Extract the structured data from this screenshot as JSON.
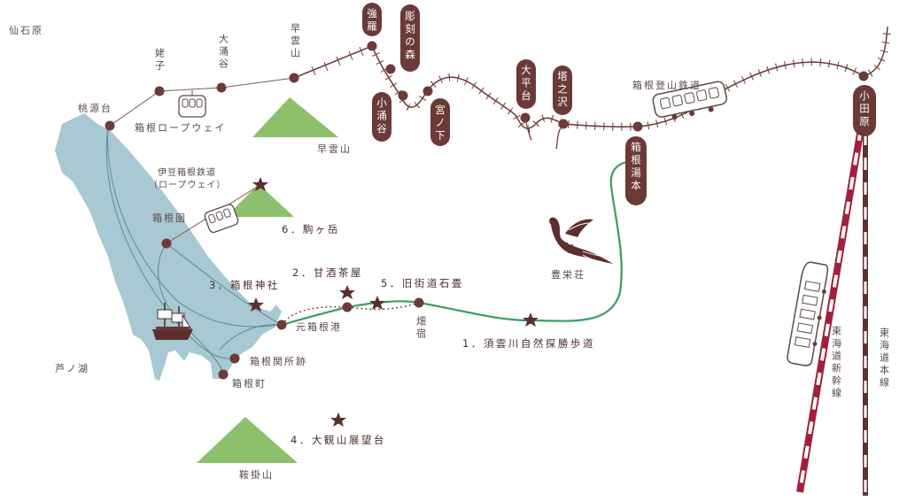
{
  "colors": {
    "lake": "#a8c8d3",
    "mountain": "#8cc06a",
    "rail_dark": "#6d3a38",
    "pill": "#6b3a37",
    "shinkansen": "#a0213c",
    "trail": "#3f9f68",
    "star": "#5c2f2d",
    "text": "#5a4a48"
  },
  "places": {
    "sengokuhara": "仙石原",
    "togendai": "桃源台",
    "ubako": "姥子",
    "owakudani": "大涌谷",
    "sounzan": "早雲山",
    "sounzan_mountain": "早雲山",
    "hakone_ropeway": "箱根ロープウェイ",
    "izuhakone_line1": "伊豆箱根鉄道",
    "izuhakone_line2": "（ロープウェイ）",
    "hakone_en": "箱根園",
    "lake_ashi": "芦ノ湖",
    "motohakone_port": "元箱根港",
    "hakone_checkpoint": "箱根関所跡",
    "hakone_machi": "箱根町",
    "hatajuku": "畑宿",
    "kurakake": "鞍掛山",
    "hotei": "豊栄荘",
    "tozan_railway": "箱根登山鉄道",
    "tokaido_shinkansen": "東海道新幹線",
    "tokaido_main": "東海道本線"
  },
  "stations": {
    "gora": "強羅",
    "chokoku": "彫刻の森",
    "kowakudani": "小涌谷",
    "miyanoshita": "宮ノ下",
    "ohiradai": "大平台",
    "tonosawa": "塔之沢",
    "hakone_yumoto": "箱根湯本",
    "odawara": "小田原"
  },
  "spots": {
    "s1": "1．須雲川自然探勝歩道",
    "s2": "2．甘酒茶屋",
    "s3": "3．箱根神社",
    "s4": "4．大観山展望台",
    "s5": "5．旧街道石畳",
    "s6": "6．駒ヶ岳"
  }
}
